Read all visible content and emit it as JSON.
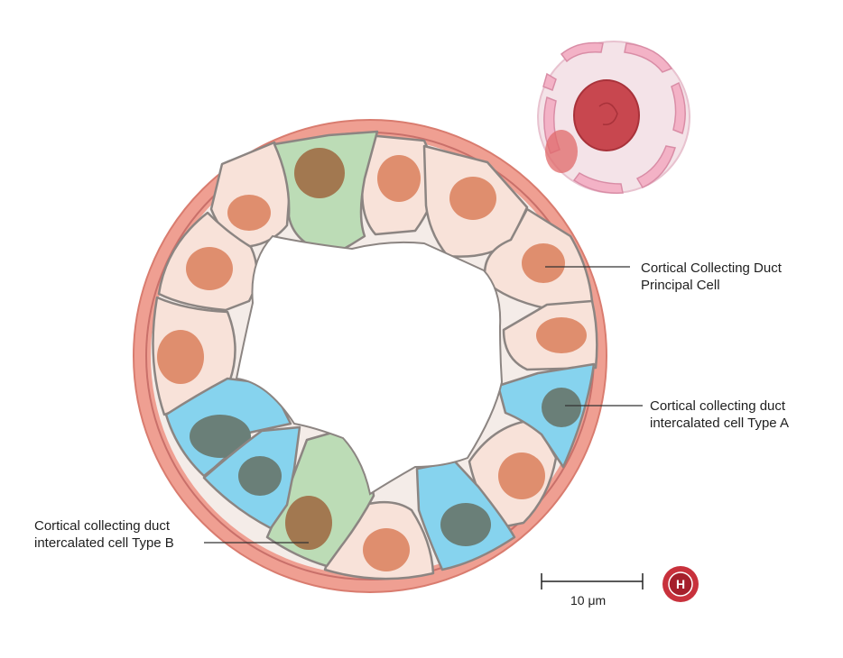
{
  "labels": {
    "principal": [
      "Cortical Collecting Duct",
      "Principal Cell"
    ],
    "type_a": [
      "Cortical collecting duct",
      "intercalated cell Type A"
    ],
    "type_b": [
      "Cortical collecting duct",
      "intercalated cell Type B"
    ]
  },
  "scale_bar": {
    "text": "10 μm"
  },
  "logo": {
    "letter": "H"
  },
  "colors": {
    "principal_cell": "#f8e2d9",
    "principal_nucleus": "#df8e6e",
    "type_a_cell": "#86d3ee",
    "type_b_cell": "#bcdcb6",
    "dark_nucleus": "#6a7f78",
    "olive_nucleus": "#a27850",
    "basement_membrane": "#ef9f92",
    "blood_cell": "#c8474f"
  }
}
